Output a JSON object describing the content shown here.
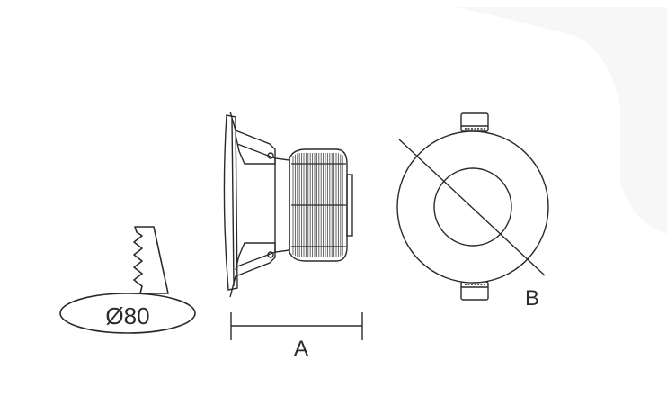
{
  "cutout": {
    "label": "Ø80"
  },
  "dimensions": {
    "width_label": "A",
    "diameter_label": "B"
  },
  "colors": {
    "line": "#2a2a2a",
    "fin_shade": "#555555",
    "background": "#ffffff"
  }
}
